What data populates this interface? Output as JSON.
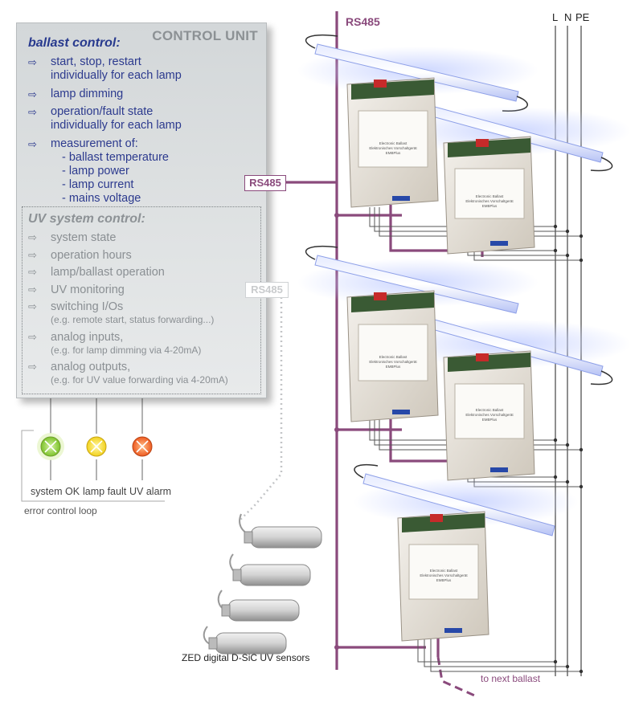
{
  "control_unit": {
    "title": "CONTROL UNIT",
    "ballast_control": {
      "title": "ballast control:",
      "items": [
        {
          "lines": [
            "start, stop, restart",
            "individually for each lamp"
          ]
        },
        {
          "lines": [
            "lamp dimming"
          ]
        },
        {
          "lines": [
            "operation/fault state",
            "individually for each lamp"
          ]
        },
        {
          "lines": [
            "measurement of:"
          ],
          "sub": [
            "- ballast temperature",
            "- lamp power",
            "- lamp current",
            "- mains voltage"
          ]
        }
      ]
    },
    "uv_system_control": {
      "title": "UV system control:",
      "items": [
        {
          "lines": [
            "system state"
          ]
        },
        {
          "lines": [
            "operation hours"
          ]
        },
        {
          "lines": [
            "lamp/ballast operation"
          ]
        },
        {
          "lines": [
            "UV monitoring"
          ]
        },
        {
          "lines": [
            "switching I/Os"
          ],
          "note": "(e.g. remote start, status forwarding...)"
        },
        {
          "lines": [
            "analog inputs,"
          ],
          "note": "(e.g. for lamp dimming via 4-20mA)"
        },
        {
          "lines": [
            "analog outputs,"
          ],
          "note": "(e.g. for UV value forwarding via 4-20mA)"
        }
      ]
    }
  },
  "bus": {
    "label": "RS485",
    "ballast_link_label": "RS485",
    "sensor_link_label": "RS485"
  },
  "mains": {
    "phases": [
      "L",
      "N",
      "PE"
    ]
  },
  "indicators": [
    {
      "label": "system OK",
      "color": "#7cc22a"
    },
    {
      "label": "lamp fault",
      "color": "#f2d21c"
    },
    {
      "label": "UV alarm",
      "color": "#ee5a20"
    }
  ],
  "error_loop_label": "error control loop",
  "sensors": {
    "caption": "ZED digital D-SiC UV sensors"
  },
  "next_ballast_label": "to next ballast",
  "ballast_card": {
    "lines": [
      "Electronic Ballast",
      "Elektronisches Vorschaltgerät",
      "EMBPlus"
    ]
  },
  "colors": {
    "bus": "#8a4a7c",
    "panel": "#dcdfe1",
    "ballast_top": "#c62a2a",
    "lamp_glow": "#9fb3ff"
  }
}
